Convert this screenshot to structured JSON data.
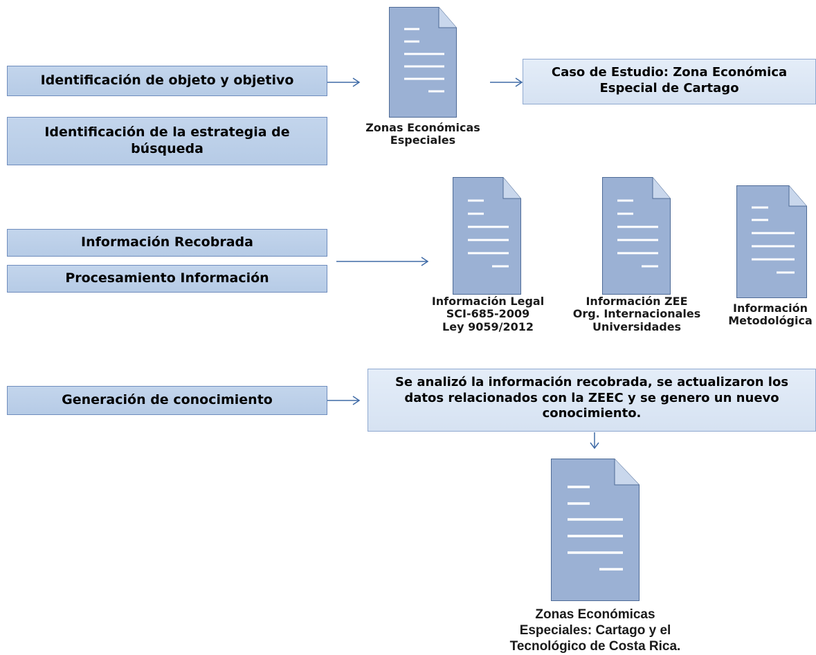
{
  "left_steps": {
    "step1": "Identificación de objeto y objetivo",
    "step2": "Identificación de la estrategia de búsqueda",
    "step3": "Información Recobrada",
    "step4": "Procesamiento Información",
    "step5": "Generación de conocimiento"
  },
  "case_study": "Caso de Estudio: Zona Económica Especial de Cartago",
  "analysis": "Se analizó la información recobrada, se actualizaron los datos relacionados con la ZEEC y se genero un nuevo conocimiento.",
  "documents": {
    "zee": {
      "lines": [
        "Zonas Económicas",
        "Especiales"
      ]
    },
    "legal": {
      "lines": [
        "Información Legal",
        "SCI-685-2009",
        "Ley 9059/2012"
      ]
    },
    "zee_info": {
      "lines": [
        "Información ZEE",
        "Org. Internacionales",
        "Universidades"
      ]
    },
    "method": {
      "lines": [
        "Información",
        "Metodológica"
      ]
    },
    "result": {
      "lines": [
        "Zonas Económicas",
        "Especiales: Cartago y el",
        "Tecnológico de Costa Rica."
      ]
    }
  },
  "colors": {
    "box_fill": "#b9cde7",
    "box_border": "#6e8cbd",
    "doc_fill": "#9bb1d4",
    "arrow": "#3f6aa6"
  },
  "icons": [
    "document-icon",
    "arrow-right-icon",
    "arrow-down-icon"
  ]
}
